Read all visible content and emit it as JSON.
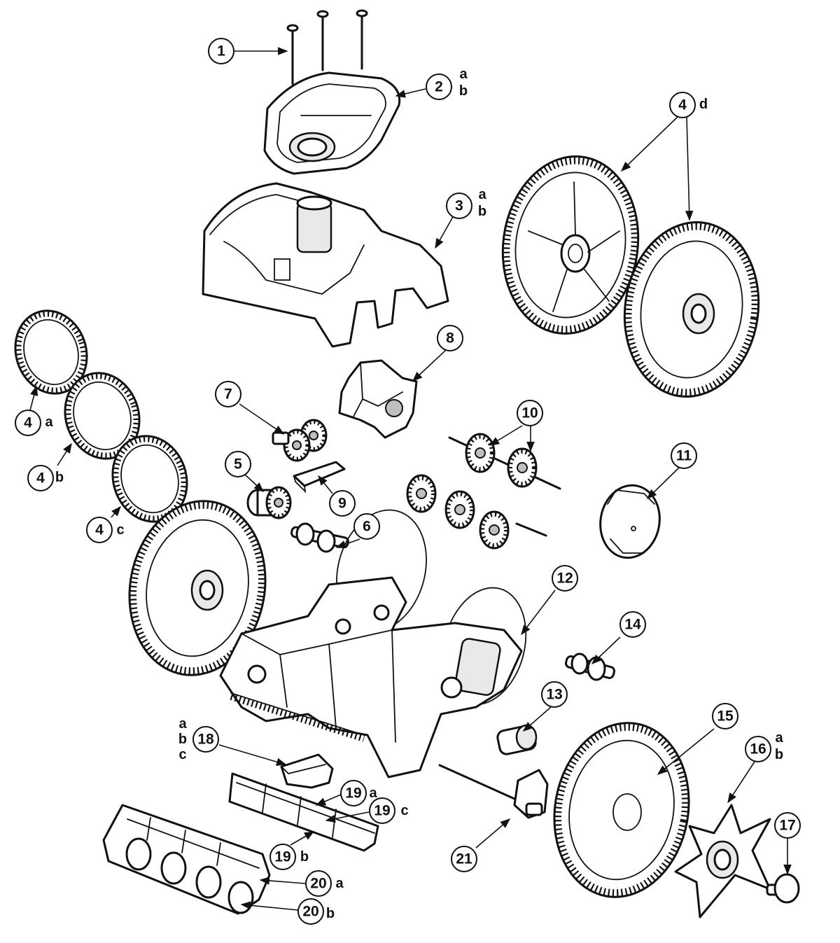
{
  "callouts": [
    {
      "id": "c1",
      "number": "1",
      "suffix": ""
    },
    {
      "id": "c2",
      "number": "2",
      "suffix": "a\nb"
    },
    {
      "id": "c3",
      "number": "3",
      "suffix": "a\nb"
    },
    {
      "id": "c4d",
      "number": "4",
      "suffix": "d"
    },
    {
      "id": "c4a",
      "number": "4",
      "suffix": "a"
    },
    {
      "id": "c4b",
      "number": "4",
      "suffix": "b"
    },
    {
      "id": "c4c",
      "number": "4",
      "suffix": "c"
    },
    {
      "id": "c5",
      "number": "5",
      "suffix": ""
    },
    {
      "id": "c6",
      "number": "6",
      "suffix": ""
    },
    {
      "id": "c7",
      "number": "7",
      "suffix": ""
    },
    {
      "id": "c8",
      "number": "8",
      "suffix": ""
    },
    {
      "id": "c9",
      "number": "9",
      "suffix": ""
    },
    {
      "id": "c10",
      "number": "10",
      "suffix": ""
    },
    {
      "id": "c11",
      "number": "11",
      "suffix": ""
    },
    {
      "id": "c12",
      "number": "12",
      "suffix": ""
    },
    {
      "id": "c13",
      "number": "13",
      "suffix": ""
    },
    {
      "id": "c14",
      "number": "14",
      "suffix": ""
    },
    {
      "id": "c15",
      "number": "15",
      "suffix": ""
    },
    {
      "id": "c16",
      "number": "16",
      "suffix": "a\nb"
    },
    {
      "id": "c17",
      "number": "17",
      "suffix": ""
    },
    {
      "id": "c18",
      "number": "18",
      "suffix": "a\nb\nc"
    },
    {
      "id": "c19a",
      "number": "19",
      "suffix": "a"
    },
    {
      "id": "c19c",
      "number": "19",
      "suffix": "c"
    },
    {
      "id": "c19b",
      "number": "19",
      "suffix": "b"
    },
    {
      "id": "c20a",
      "number": "20",
      "suffix": "a"
    },
    {
      "id": "c20b",
      "number": "20",
      "suffix": "b"
    },
    {
      "id": "c21",
      "number": "21",
      "suffix": ""
    }
  ]
}
